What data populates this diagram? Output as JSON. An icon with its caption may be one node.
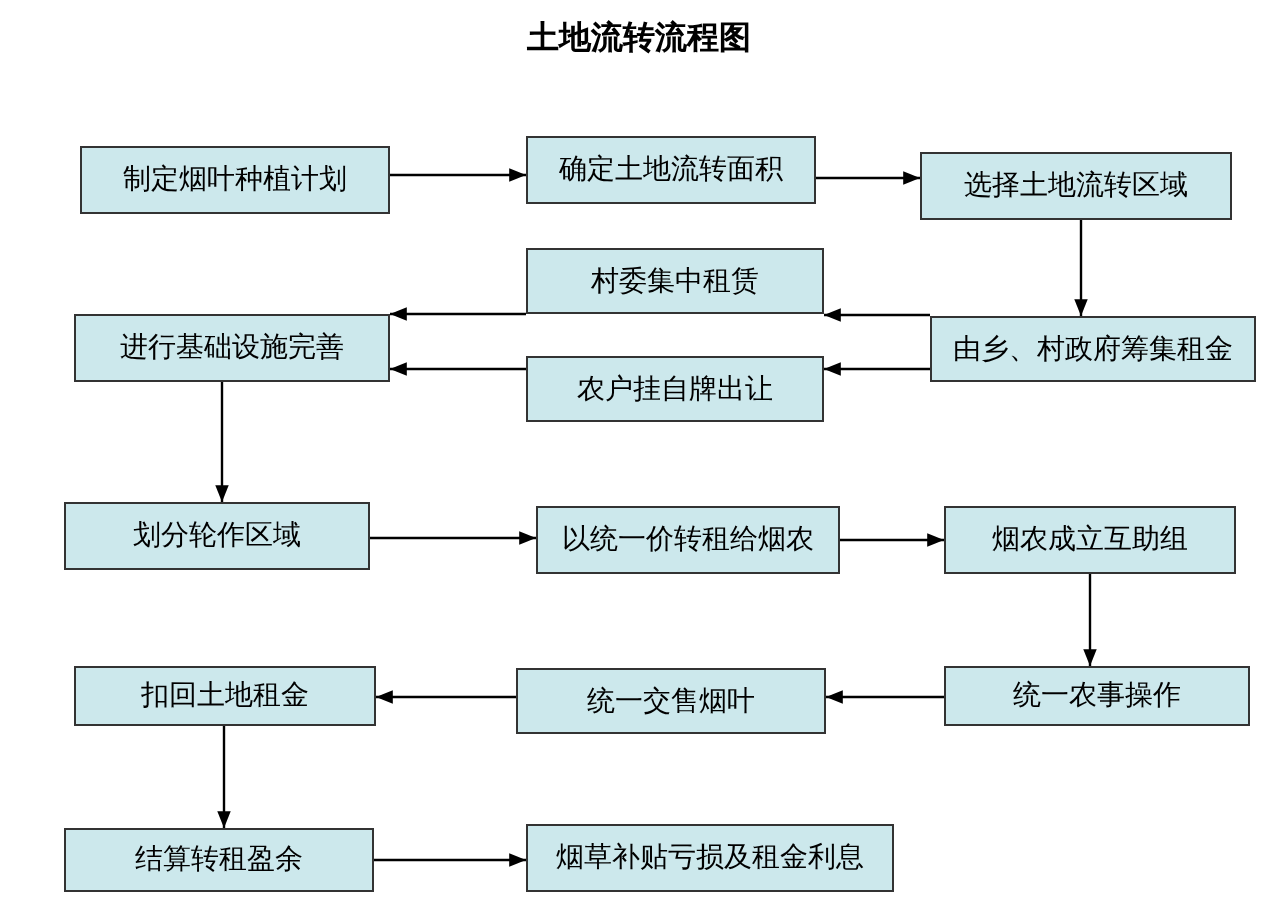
{
  "diagram": {
    "title": "土地流转流程图",
    "nodes": [
      {
        "text": [
          "制定烟叶种植计划"
        ]
      },
      {
        "text": [
          "确定土地流转面积"
        ]
      },
      {
        "text": [
          "选择土地流转区域"
        ]
      },
      {
        "text": [
          "村委集中租赁"
        ]
      },
      {
        "text": [
          "进行基础设施完善"
        ]
      },
      {
        "text": [
          "由乡、村政府筹集租金"
        ]
      },
      {
        "text": [
          "农户挂自牌出让"
        ]
      },
      {
        "text": [
          "划分轮作区域"
        ]
      },
      {
        "text": [
          "以统一价转租给烟农"
        ]
      },
      {
        "text": [
          "烟农成立互助组"
        ]
      },
      {
        "text": [
          "扣回土地租金"
        ]
      },
      {
        "text": [
          "统一交售烟叶"
        ]
      },
      {
        "text": [
          "统一农事操作"
        ]
      },
      {
        "text": [
          "结算转租盈余"
        ]
      },
      {
        "text": [
          "烟草补贴亏损及租金利息"
        ]
      }
    ],
    "edges": [
      {
        "from": 0,
        "to": 1,
        "arrow": "to"
      },
      {
        "from": 1,
        "to": 2,
        "arrow": "to"
      },
      {
        "from": 2,
        "to": 5,
        "arrow": "to"
      },
      {
        "from": 5,
        "to": 3,
        "arrow": "to"
      },
      {
        "from": 5,
        "to": 6,
        "arrow": "to"
      },
      {
        "from": 3,
        "to": 4,
        "arrow": "to"
      },
      {
        "from": 6,
        "to": 4,
        "arrow": "to"
      },
      {
        "from": 4,
        "to": 7,
        "arrow": "to"
      },
      {
        "from": 7,
        "to": 8,
        "arrow": "to"
      },
      {
        "from": 8,
        "to": 9,
        "arrow": "to"
      },
      {
        "from": 9,
        "to": 12,
        "arrow": "to"
      },
      {
        "from": 12,
        "to": 11,
        "arrow": "to"
      },
      {
        "from": 11,
        "to": 10,
        "arrow": "to"
      },
      {
        "from": 10,
        "to": 13,
        "arrow": "to"
      },
      {
        "from": 13,
        "to": 14,
        "arrow": "to"
      }
    ]
  }
}
